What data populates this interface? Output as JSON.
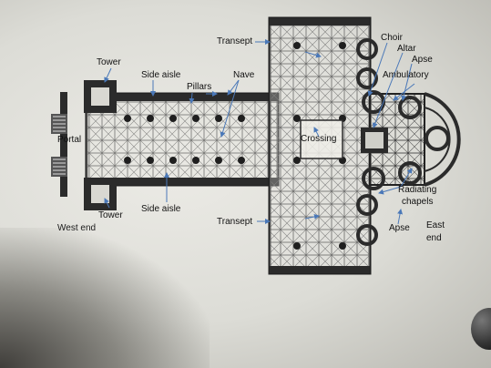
{
  "labels": {
    "transept_top": "Transept",
    "tower_top": "Tower",
    "side_aisle_top": "Side aisle",
    "pillars": "Pillars",
    "nave": "Nave",
    "choir": "Choir",
    "altar": "Altar",
    "apse_top": "Apse",
    "ambulatory": "Ambulatory",
    "portal": "Portal",
    "crossing": "Crossing",
    "radiating_chapels_1": "Radiating",
    "radiating_chapels_2": "chapels",
    "tower_bottom": "Tower",
    "side_aisle_bottom": "Side aisle",
    "transept_bottom": "Transept",
    "apse_bottom": "Apse",
    "east_end_1": "East",
    "east_end_2": "end",
    "west_end": "West end"
  },
  "colors": {
    "paper": "#e6e5e0",
    "plan_ink": "#2b2b2b",
    "arrow": "#4a78b8",
    "text": "#111111"
  }
}
